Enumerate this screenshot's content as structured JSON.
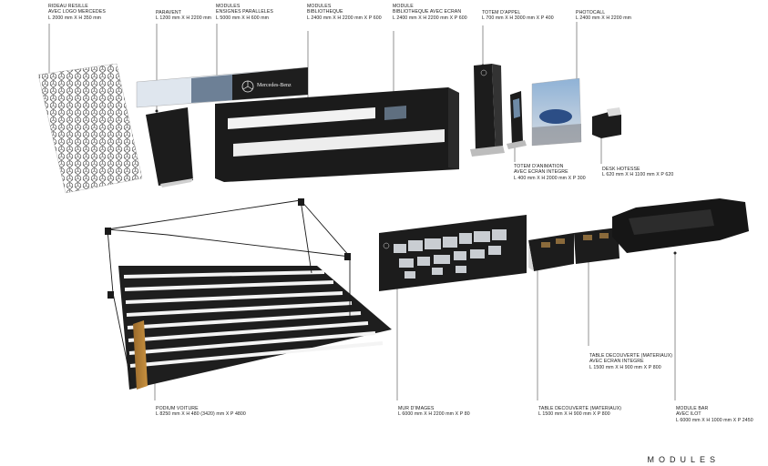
{
  "footer": {
    "title": "MODULES"
  },
  "labels": {
    "rideau": {
      "title": "RIDEAU RESILLE",
      "subtitle": "AVEC LOGO MERCEDES",
      "dims": "L 2000 mm X H 350 mm"
    },
    "paravent": {
      "title": "PARAVENT",
      "dims": "L 1200 mm X H 2200 mm"
    },
    "enseignes": {
      "title": "MODULES",
      "subtitle": "ENSIGNES PARALLELES",
      "dims": "L 5000 mm X H 600 mm"
    },
    "bibliotheque": {
      "title": "MODULES",
      "subtitle": "BIBLIOTHEQUE",
      "dims": "L 2400 mm X H 2200 mm X P 600"
    },
    "biblio_ecran": {
      "title": "MODULE",
      "subtitle": "BIBLIOTHEQUE AVEC ECRAN",
      "dims": "L 2400 mm X H 2200 mm X P 600"
    },
    "totem_appel": {
      "title": "TOTEM D'APPEL",
      "dims": "L 700 mm X H 3000 mm X P 400"
    },
    "photocall": {
      "title": "PHOTOCALL",
      "dims": "L 2400 mm X H 2200 mm"
    },
    "totem_anim": {
      "title": "TOTEM D'ANIMATION",
      "subtitle": "AVEC ECRAN INTEGRE",
      "dims": "L 400 mm X H 2000 mm X P 300"
    },
    "desk": {
      "title": "DESK HOTESSE",
      "dims": "L 620 mm X H 1100 mm X P 620"
    },
    "podium": {
      "title": "PODIUM VOITURE",
      "dims": "L 8250 mm X H 480 (3420) mm X P 4800"
    },
    "mur": {
      "title": "MUR D'IMAGES",
      "dims": "L 6000 mm X H 2200 mm X P 80"
    },
    "table1": {
      "title": "TABLE DECOUVERTE (MATERIAUX)",
      "dims": "L 1500 mm X H 900 mm X P 800"
    },
    "table2": {
      "title": "TABLE DECOUVERTE (MATERIAUX)",
      "subtitle": "AVEC ECRAN INTEGRE",
      "dims": "L 1500 mm X H 900 mm X P 800"
    },
    "bar": {
      "title": "MODULE BAR",
      "subtitle": "AVEC ILOT",
      "dims": "L 6000 mm X H 1000 mm X P 2450"
    }
  },
  "signage": {
    "brand": "Mercedes-Benz"
  }
}
